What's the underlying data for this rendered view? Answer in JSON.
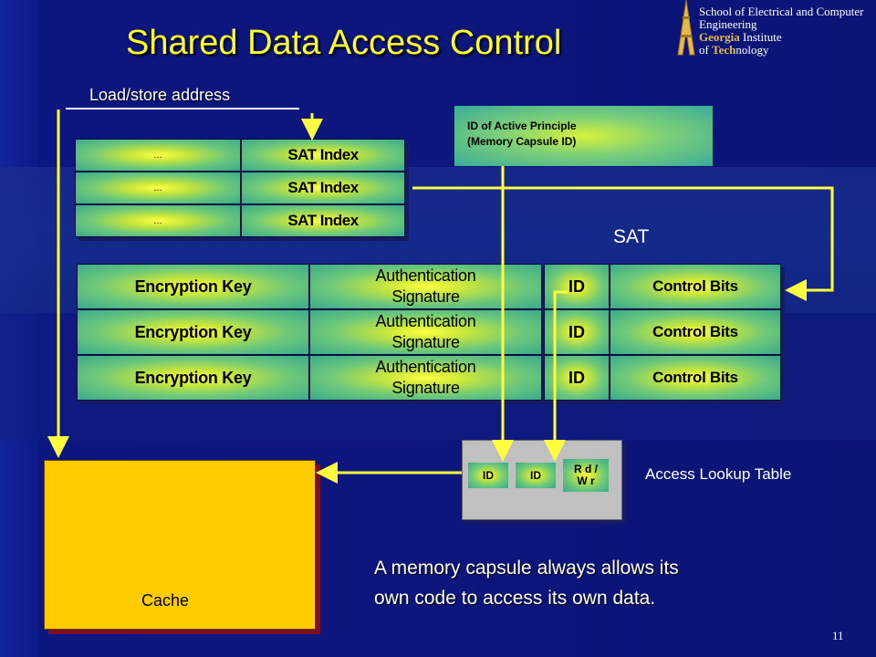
{
  "slide": {
    "title": "Shared Data Access Control",
    "page_number": "11",
    "logo": {
      "line1": "School of Electrical and Computer",
      "line2": "Engineering",
      "line3a": "Georgia",
      "line3b": " Institute",
      "line4a": "of ",
      "line4b": "Tech",
      "line4c": "nology"
    }
  },
  "diagram": {
    "load_store_label": "Load/store address",
    "sat_index_rows": [
      {
        "dots": "…",
        "label": "SAT Index"
      },
      {
        "dots": "…",
        "label": "SAT Index"
      },
      {
        "dots": "…",
        "label": "SAT Index"
      }
    ],
    "id_box": {
      "line1": "ID of Active Principle",
      "line2": "(Memory Capsule ID)"
    },
    "sat_label": "SAT",
    "sat_rows": [
      {
        "key": "Encryption Key",
        "auth1": "Authentication",
        "auth2": "Signature",
        "id": "ID",
        "ctrl": "Control Bits"
      },
      {
        "key": "Encryption Key",
        "auth1": "Authentication",
        "auth2": "Signature",
        "id": "ID",
        "ctrl": "Control Bits"
      },
      {
        "key": "Encryption Key",
        "auth1": "Authentication",
        "auth2": "Signature",
        "id": "ID",
        "ctrl": "Control Bits"
      }
    ],
    "access_lookup": {
      "label": "Access Lookup Table",
      "cells": [
        "ID",
        "ID",
        "R d /",
        "W r"
      ]
    },
    "cache_label": "Cache",
    "note_line1": "A memory capsule always allows its",
    "note_line2": "own code to access its own data."
  },
  "colors": {
    "background": "#0c1680",
    "title": "#ffff2a",
    "wire": "#ffff40",
    "cache": "#ffcc00",
    "cell_center": "#ffff44",
    "cell_edge": "#3aaa8c"
  }
}
